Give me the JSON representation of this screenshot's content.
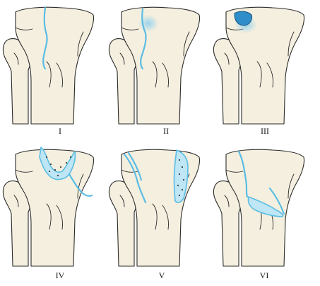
{
  "panels": [
    {
      "label": "I"
    },
    {
      "label": "II"
    },
    {
      "label": "III"
    },
    {
      "label": "IV"
    },
    {
      "label": "V"
    },
    {
      "label": "VI"
    }
  ],
  "colors": {
    "bone_fill": "#f4efdf",
    "outline": "#2b2b2b",
    "fracture_line": "#5bbde4",
    "depression": "#2f8ec9"
  }
}
